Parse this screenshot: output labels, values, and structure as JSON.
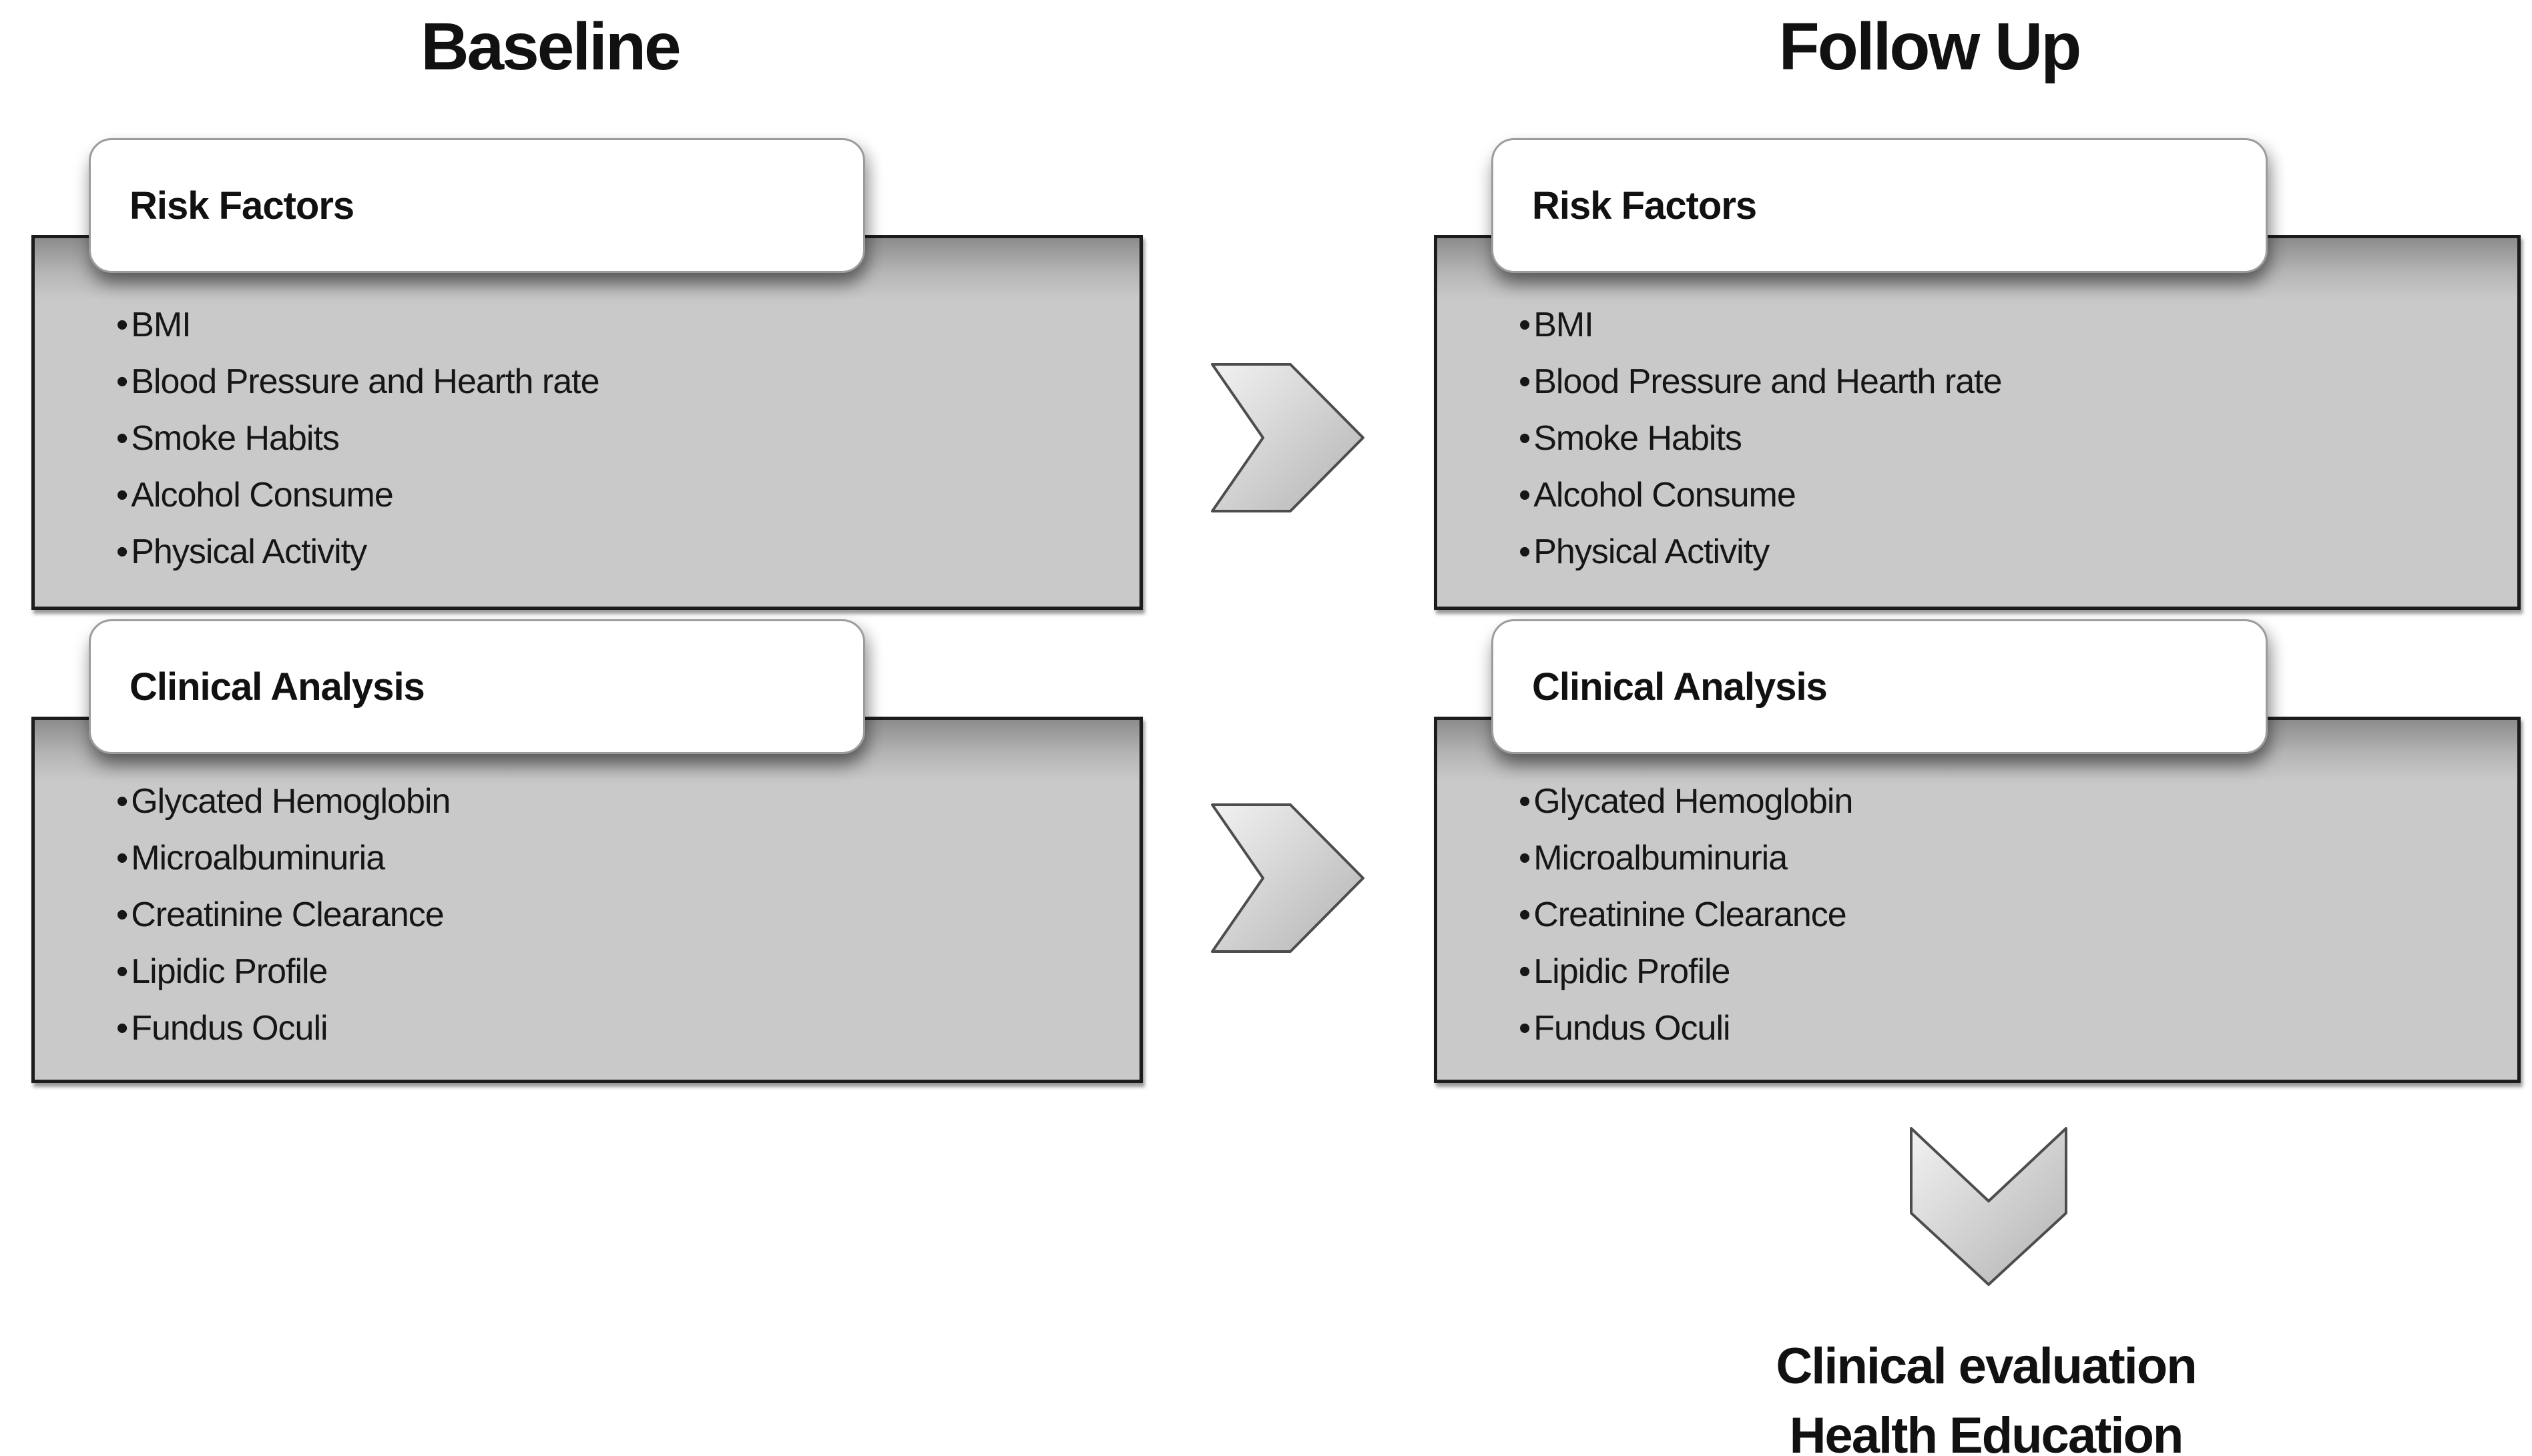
{
  "diagram": {
    "columns": [
      {
        "title": "Baseline",
        "boxes": [
          {
            "header": "Risk Factors",
            "items": [
              "BMI",
              "Blood Pressure and Hearth rate",
              "Smoke Habits",
              "Alcohol Consume",
              "Physical Activity"
            ]
          },
          {
            "header": "Clinical Analysis",
            "items": [
              "Glycated Hemoglobin",
              "Microalbuminuria",
              "Creatinine Clearance",
              "Lipidic Profile",
              "Fundus Oculi"
            ]
          }
        ]
      },
      {
        "title": "Follow Up",
        "boxes": [
          {
            "header": "Risk Factors",
            "items": [
              "BMI",
              "Blood Pressure and Hearth rate",
              "Smoke Habits",
              "Alcohol Consume",
              "Physical Activity"
            ]
          },
          {
            "header": "Clinical Analysis",
            "items": [
              "Glycated Hemoglobin",
              "Microalbuminuria",
              "Creatinine Clearance",
              "Lipidic Profile",
              "Fundus Oculi"
            ]
          }
        ]
      }
    ],
    "arrows": [
      {
        "icon": "chevron-right-icon",
        "from": "baseline-risk-factors",
        "to": "followup-risk-factors"
      },
      {
        "icon": "chevron-right-icon",
        "from": "baseline-clinical-analysis",
        "to": "followup-clinical-analysis"
      },
      {
        "icon": "chevron-down-icon",
        "from": "followup-clinical-analysis",
        "to": "outcome"
      }
    ],
    "outcome": {
      "line1": "Clinical evaluation",
      "line2": "Health Education"
    },
    "colors": {
      "panel_fill": "#c9c9c9",
      "panel_border": "#1c1c1c",
      "header_fill": "#ffffff",
      "header_border": "#9c9c9c",
      "arrow_fill_light": "#f0f0f0",
      "arrow_fill_dark": "#b2b2b2",
      "arrow_stroke": "#4d4d4d",
      "text": "#141414",
      "background": "#ffffff"
    }
  }
}
